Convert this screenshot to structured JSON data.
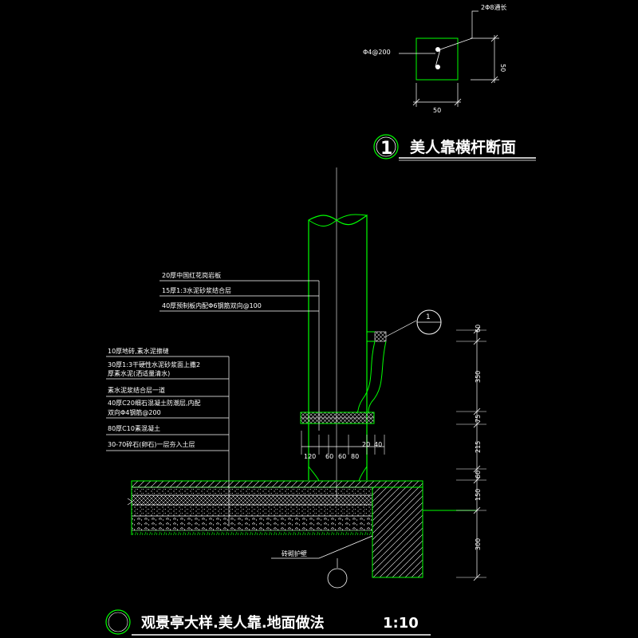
{
  "section_detail": {
    "label_top": "2Φ8通长",
    "label_left": "Φ4@200",
    "dim_right": "50",
    "dim_bottom": "50"
  },
  "section_title": {
    "number": "1",
    "text": "美人靠横杆断面"
  },
  "pavement_layers": [
    "20厚中国红花岗岩板",
    "15厚1:3水泥砂浆结合层",
    "40厚预制板内配Φ6钢筋双向@100"
  ],
  "floor_layers": [
    "10厚地砖,素水泥擦缝",
    "30厚1:3干硬性水泥砂浆面上撒2",
    "厚素水泥(洒适量清水)",
    "素水泥浆结合层一道",
    "40厚C20细石混凝土防潮层,内配",
    "双向Φ4钢筋@200",
    "80厚C10素混凝土",
    "30-70碎石(卵石)一层夯入土层"
  ],
  "callout_number": "1",
  "horizontal_dims": [
    "120",
    "60",
    "60",
    "80",
    "20",
    "40"
  ],
  "vertical_dims": [
    "60",
    "350",
    "75",
    "215",
    "60",
    "150",
    "300"
  ],
  "wall_label": "砖砌护壁",
  "main_title": {
    "text": "观景亭大样.美人靠.地面做法",
    "scale": "1:10"
  },
  "colors": {
    "background": "#000000",
    "outline": "#00ff00",
    "line": "#ffffff",
    "hatch": "#ffffff",
    "title": "#ffffff"
  }
}
